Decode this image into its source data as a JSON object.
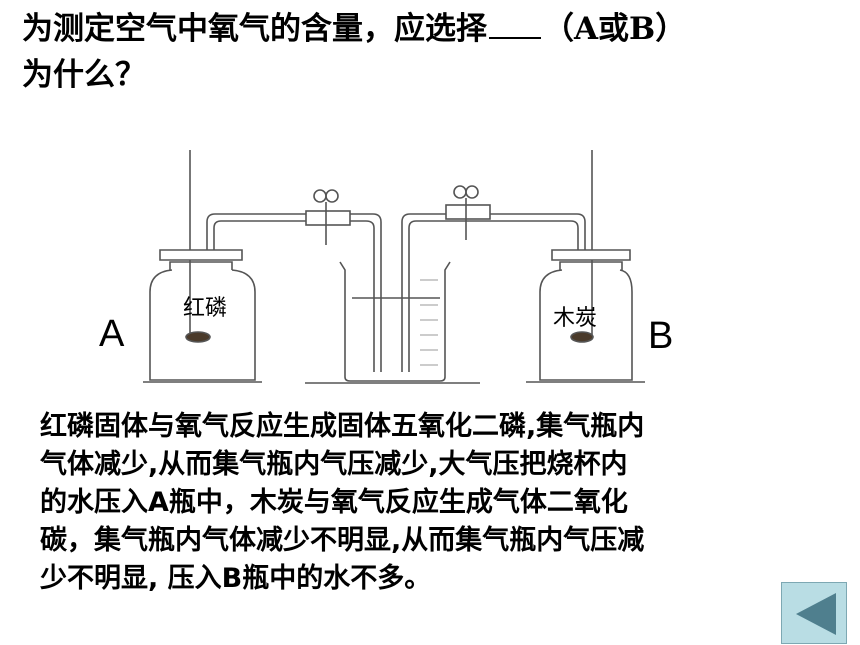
{
  "question": {
    "line1_before": "为测定空气中氧气的含量，应选择",
    "line1_after": "（A或B）",
    "line2": "为什么？"
  },
  "apparatus": {
    "label_a": "A",
    "label_b": "B",
    "substance_a": "红磷",
    "substance_b": "木炭"
  },
  "explanation": {
    "lines": [
      "红磷固体与氧气反应生成固体五氧化二磷,集气瓶内",
      "气体减少,从而集气瓶内气压减少,大气压把烧杯内",
      "的水压入A瓶中，木炭与氧气反应生成气体二氧化",
      "碳，集气瓶内气体减少不明显,从而集气瓶内气压减",
      "少不明显, 压入B瓶中的水不多。"
    ]
  },
  "nav": {
    "back_icon": "left-triangle-icon"
  },
  "colors": {
    "button_bg": "#b9dde4",
    "arrow": "#4f7f8e"
  }
}
